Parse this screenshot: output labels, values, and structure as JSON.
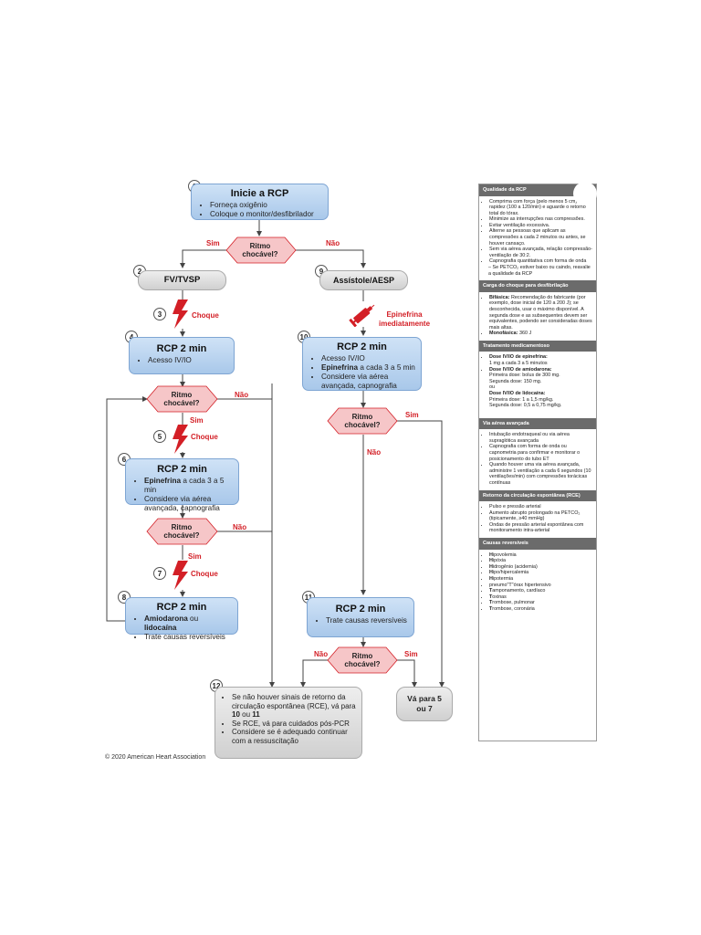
{
  "nodes": {
    "n1": {
      "num": "1",
      "title": "Inicie a RCP",
      "items": [
        "Forneça oxigênio",
        "Coloque o monitor/desfibrilador"
      ]
    },
    "n2": {
      "num": "2",
      "title": "FV/TVSP"
    },
    "n3": {
      "num": "3",
      "shock": "Choque"
    },
    "n4": {
      "num": "4",
      "title": "RCP 2 min",
      "items": [
        "Acesso IV/IO"
      ]
    },
    "n5": {
      "num": "5",
      "shock": "Choque"
    },
    "n6": {
      "num": "6",
      "title": "RCP 2 min",
      "item1_bold": "Epinefrina",
      "item1_rest": " a cada 3 a 5 min",
      "item2": "Considere via aérea avançada, capnografia"
    },
    "n7": {
      "num": "7",
      "shock": "Choque"
    },
    "n8": {
      "num": "8",
      "title": "RCP 2 min",
      "item1_a": "Amiodarona",
      "item1_b": " ou ",
      "item1_c": "lidocaína",
      "item2": "Trate causas reversíveis"
    },
    "n9": {
      "num": "9",
      "title": "Assístole/AESP"
    },
    "n10": {
      "num": "10",
      "title": "RCP 2 min",
      "item1": "Acesso IV/IO",
      "item2_bold": "Epinefrina",
      "item2_rest": " a cada 3 a 5 min",
      "item3": "Considere via aérea avançada, capnografia"
    },
    "n11": {
      "num": "11",
      "title": "RCP 2 min",
      "items": [
        "Trate causas reversíveis"
      ]
    },
    "n12": {
      "num": "12",
      "i1": "Se não houver sinais de retorno da circulação espontânea (RCE), vá para ",
      "i1b": "10",
      "i1c": " ou ",
      "i1d": "11",
      "i2": "Se RCE, vá para cuidados pós-PCR",
      "i3": "Considere se é adequado continuar com a ressuscitação"
    },
    "goto": {
      "line1": "Vá para 5",
      "line2": "ou 7"
    },
    "epi": {
      "line1": "Epinefrina",
      "line2": "imediatamente"
    }
  },
  "decision": {
    "line1": "Ritmo",
    "line2": "chocável?"
  },
  "labels": {
    "yes": "Sim",
    "no": "Não"
  },
  "copyright": "© 2020 American Heart Association",
  "colors": {
    "accent": "#d31f26",
    "box_blue": "#b8d3ef",
    "box_gray": "#dcdcdc",
    "decision_pink": "#f6c6c8",
    "panel_header": "#6b6b6b"
  },
  "panel": {
    "s1": {
      "title": "Qualidade da RCP",
      "items": [
        "Comprima com força (pelo menos 5 cm) e rapidez (100 a 120/min) e aguarde o retorno total do tórax.",
        "Minimize as interrupções nas compressões.",
        "Evitar ventilação excessiva.",
        "Alterne as pessoas que aplicam as compressões a cada 2 minutos ou antes, se houver cansaço.",
        "Sem via aérea avançada, relação compressão-ventilação de 30:2.",
        "Capnografia quantitativa com forma de onda"
      ],
      "sub": "– Se PETCO₂ estiver baixo ou caindo, reavalie a qualidade da RCP"
    },
    "s2": {
      "title": "Carga do choque para desfibrilação",
      "i1b": "Bifásica:",
      "i1": " Recomendação do fabricante (por exemplo, dose inicial de 120 a 200 J); se desconhecida, usar o máximo disponível. A segunda dose e as subsequentes devem ser equivalentes, podendo ser consideradas doses mais altas.",
      "i2b": "Monofásica:",
      "i2": " 360 J"
    },
    "s3": {
      "title": "Tratamento medicamentoso",
      "a1": "Dose IV/IO de epinefrina:",
      "a2": "1 mg a cada 3 a 5 minutos",
      "b1": "Dose IV/IO de amiodarona:",
      "b2": "Primeira dose: bolus de 300 mg.",
      "b3": "Segunda dose: 150 mg.",
      "or": "ou",
      "c1": "Dose IV/IO de lidocaína:",
      "c2": "Primeira dose: 1 a 1,5 mg/kg.",
      "c3": "Segunda dose: 0,5 a 0,75 mg/kg."
    },
    "s4": {
      "title": "Via aérea avançada",
      "items": [
        "Intubação endotraqueal ou via aérea supraglótica avançada",
        "Capnografia com forma de onda ou capnometria para confirmar e monitorar o posicionamento do tubo ET",
        "Quando houver uma via aérea avançada, administre 1 ventilação a cada 6 segundos (10 ventilações/min) com compressões torácicas contínuas"
      ]
    },
    "s5": {
      "title": "Retorno da circulação espontânea (RCE)",
      "items": [
        "Pulso e pressão arterial",
        "Aumento abrupto prolongado na PETCO₂ (tipicamente, ≥40 mmHg)",
        "Ondas de pressão arterial espontânea com monitoramento intra-arterial"
      ]
    },
    "s6": {
      "title": "Causas reversíveis",
      "items": [
        {
          "h": "H",
          "t": "ipovolemia"
        },
        {
          "h": "H",
          "t": "ipóxia"
        },
        {
          "h": "H",
          "t": "idrogênio (acidemia)"
        },
        {
          "h": "H",
          "t": "ipo/hipercalemia"
        },
        {
          "h": "H",
          "t": "ipotermia"
        },
        {
          "h": "",
          "t": "pneumo\"T\"órax hipertensivo"
        },
        {
          "h": "T",
          "t": "amponamento, cardíaco"
        },
        {
          "h": "T",
          "t": "oxinas"
        },
        {
          "h": "T",
          "t": "rombose, pulmonar"
        },
        {
          "h": "T",
          "t": "rombose, coronária"
        }
      ]
    }
  }
}
